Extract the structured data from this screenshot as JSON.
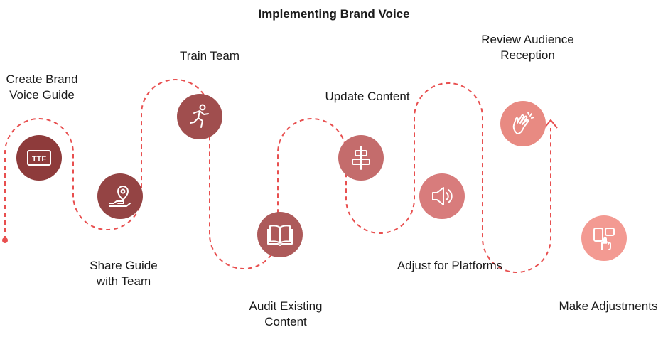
{
  "title": "Implementing Brand Voice",
  "steps": [
    {
      "label": "Create Brand\nVoice Guide",
      "icon": "font-icon",
      "color": "#8e3b3b"
    },
    {
      "label": "Share Guide\nwith Team",
      "icon": "map-pin-hand-icon",
      "color": "#944444"
    },
    {
      "label": "Train Team",
      "icon": "person-exercise-icon",
      "color": "#a04e4e"
    },
    {
      "label": "Audit Existing\nContent",
      "icon": "open-book-icon",
      "color": "#ad5a5a"
    },
    {
      "label": "Update Content",
      "icon": "align-center-icon",
      "color": "#c46c6c"
    },
    {
      "label": "Adjust for Platforms",
      "icon": "speaker-icon",
      "color": "#d87c7c"
    },
    {
      "label": "Review Audience\nReception",
      "icon": "clapping-hands-icon",
      "color": "#e88a82"
    },
    {
      "label": "Make Adjustments",
      "icon": "touch-device-icon",
      "color": "#f39a92"
    }
  ],
  "path_color": "#e84f4f",
  "icon_text": "TTF"
}
